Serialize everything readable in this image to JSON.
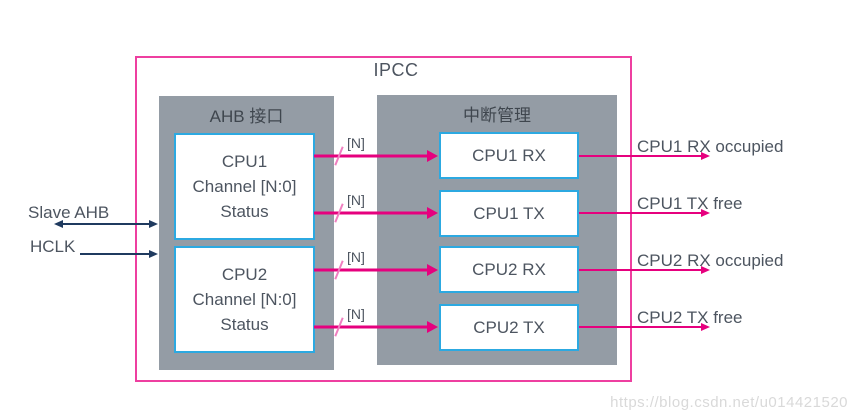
{
  "diagram": {
    "title": "IPCC",
    "left_signals": [
      {
        "label": "Slave AHB",
        "direction": "bidirectional"
      },
      {
        "label": "HCLK",
        "direction": "input"
      }
    ],
    "ahb_block": {
      "title": "AHB 接口",
      "boxes": [
        {
          "lines": [
            "CPU1",
            "Channel [N:0]",
            "Status"
          ]
        },
        {
          "lines": [
            "CPU2",
            "Channel [N:0]",
            "Status"
          ]
        }
      ]
    },
    "interrupt_block": {
      "title": "中断管理",
      "boxes": [
        "CPU1 RX",
        "CPU1 TX",
        "CPU2 RX",
        "CPU2 TX"
      ]
    },
    "bus_width_label": "[N]",
    "output_signals": [
      "CPU1 RX occupied",
      "CPU1 TX free",
      "CPU2 RX occupied",
      "CPU2 TX free"
    ]
  },
  "colors": {
    "outer_border": "#ee3fa0",
    "signal_arrow": "#e6007e",
    "bus_slash": "#f07fc0",
    "ahb_arrow": "#1f3a5f",
    "block_fill": "#949ca5",
    "channel_border": "#2ca9e1",
    "text": "#4d5560"
  },
  "watermark": "https://blog.csdn.net/u014421520"
}
